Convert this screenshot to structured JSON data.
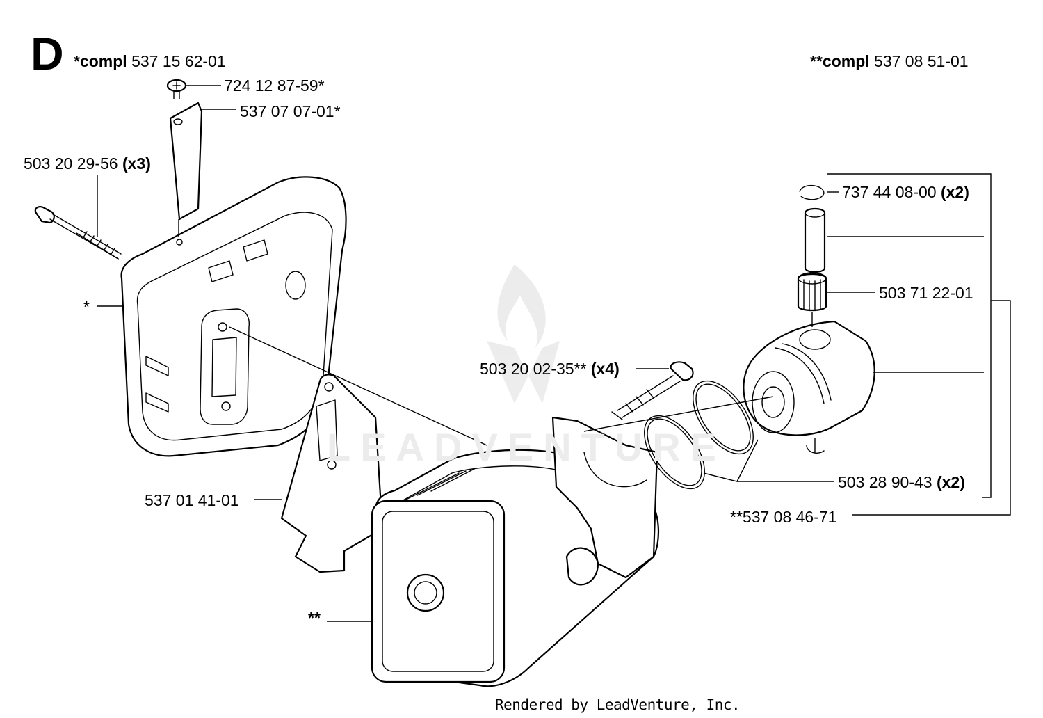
{
  "section": "D",
  "header": {
    "left": {
      "prefix": "*compl",
      "number": "537 15 62-01"
    },
    "right": {
      "prefix": "**compl",
      "number": "537 08 51-01"
    }
  },
  "parts": [
    {
      "id": "screw",
      "number": "724 12 87-59*",
      "qty": ""
    },
    {
      "id": "deflector",
      "number": "537 07 07-01*",
      "qty": ""
    },
    {
      "id": "muffler-bolt",
      "number": "503 20 29-56",
      "qty": "(x3)"
    },
    {
      "id": "muffler",
      "number": "*",
      "qty": ""
    },
    {
      "id": "gasket",
      "number": "537 01 41-01",
      "qty": ""
    },
    {
      "id": "cylinder",
      "number": "**",
      "qty": ""
    },
    {
      "id": "cylinder-screw",
      "number": "503 20 02-35**",
      "qty": "(x4)"
    },
    {
      "id": "circlip",
      "number": "737 44 08-00",
      "qty": "(x2)"
    },
    {
      "id": "needle-bearing",
      "number": "503 71 22-01",
      "qty": ""
    },
    {
      "id": "piston-ring",
      "number": "503 28 90-43",
      "qty": "(x2)"
    },
    {
      "id": "piston-kit",
      "number": "**537 08 46-71",
      "qty": ""
    }
  ],
  "watermark": "LEADVENTURE",
  "footer": "Rendered by LeadVenture, Inc."
}
